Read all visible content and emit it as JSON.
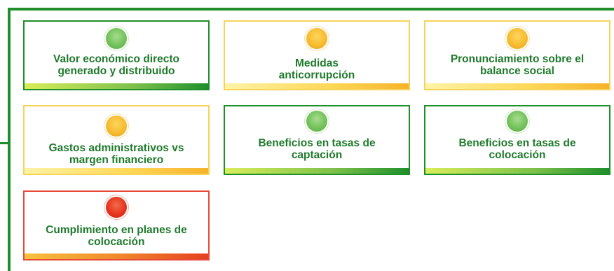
{
  "cards": [
    {
      "label": "Valor económico directo generado y distribuido",
      "status": "green"
    },
    {
      "label": "Medidas anticorrupción",
      "status": "yellow"
    },
    {
      "label": "Pronunciamiento sobre el balance social",
      "status": "yellow"
    },
    {
      "label": "Gastos administrativos vs margen financiero",
      "status": "yellow"
    },
    {
      "label": "Beneficios en tasas de captación",
      "status": "green"
    },
    {
      "label": "Beneficios en tasas de colocación",
      "status": "green"
    },
    {
      "label": "Cumplimiento en planes de colocación",
      "status": "red"
    }
  ],
  "colors": {
    "frame_line": "#1e8f2a",
    "label_text": "#1f7a2c",
    "green": "#74c25c",
    "yellow": "#f6b92c",
    "red": "#e5321c"
  }
}
